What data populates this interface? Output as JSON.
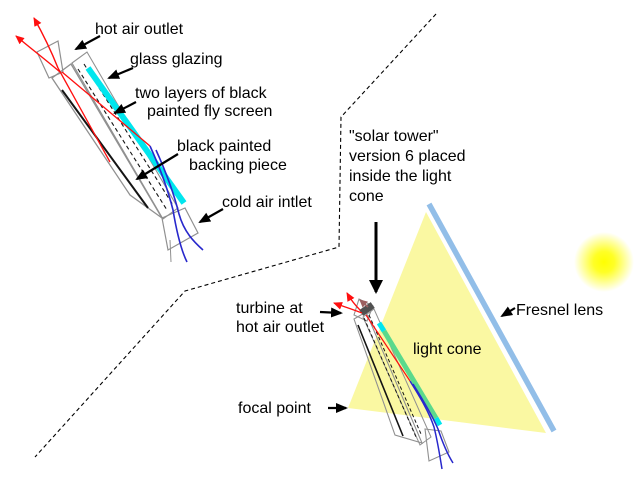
{
  "labels": {
    "hot_air_outlet": "hot air outlet",
    "glass_glazing": "glass glazing",
    "fly_screen": [
      "two layers of black",
      "painted fly screen"
    ],
    "backing_piece": [
      "black painted",
      "backing piece"
    ],
    "cold_air_inlet": "cold air intlet",
    "solar_tower": [
      "\"solar tower\"",
      "version 6 placed",
      "inside the light",
      "cone"
    ],
    "turbine": [
      "turbine at",
      "hot air outlet"
    ],
    "focal_point": "focal point",
    "light_cone": "light cone",
    "fresnel_lens": "Fresnel lens"
  },
  "colors": {
    "glazing": "#00E6EE",
    "glazing_in_cone": "#5BD98C",
    "light_cone": "#FAF8A2",
    "lens": "#92BEE8",
    "hot_air": "#FF0F0F",
    "hot_air_muted": "#9B5F5F",
    "cold_air": "#2828CC",
    "sun": "#FFFF00",
    "structure_gray": "#909090",
    "turbine": "#505050",
    "ink": "#000000"
  }
}
